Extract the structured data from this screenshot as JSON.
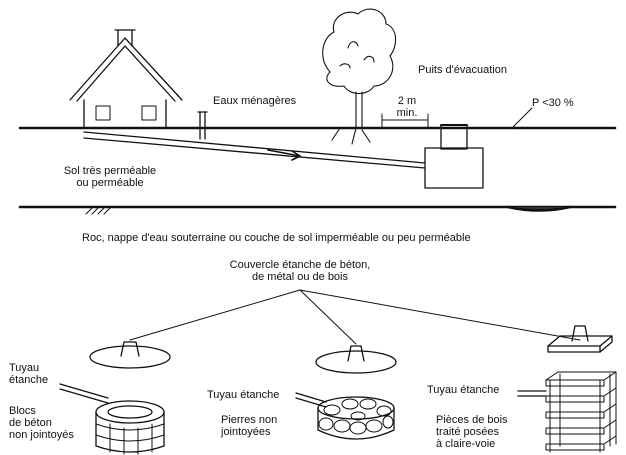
{
  "labels": {
    "grey_water": "Eaux ménagères",
    "well": "Puits d'évacuation",
    "slope": "P <30 %",
    "distance": "2 m\nmin.",
    "soil": "Sol très perméable\nou perméable",
    "rock": "Roc, nappe d'eau souterraine ou couche de sol imperméable ou peu perméable",
    "cover": "Couvercle étanche de béton,\nde métal ou de bois",
    "pipe_left": "Tuyau\nétanche",
    "blocks": "Blocs\nde béton\nnon jointoyés",
    "pipe_mid": "Tuyau étanche",
    "stones": "Pierres non\njointoyées",
    "pipe_right": "Tuyau étanche",
    "wood": "Pièces de bois\ntraité posées\nà claire-voie"
  }
}
